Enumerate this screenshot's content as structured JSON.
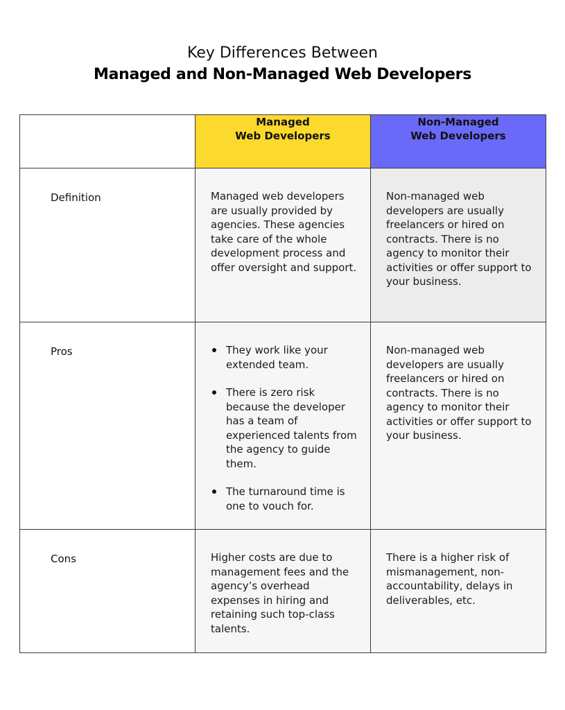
{
  "title": {
    "line1": "Key Differences Between",
    "line2": "Managed and Non-Managed Web Developers"
  },
  "columns": {
    "managed": "Managed\nWeb Developers",
    "non_managed": "Non-Managed\nWeb Developers"
  },
  "rows": {
    "definition": {
      "label": "Definition",
      "managed": "Managed web developers are usually provided by agencies. These agencies take care of the whole development process and offer oversight and support.",
      "non_managed": "Non-managed web developers are usually freelancers or hired on contracts. There is no agency to monitor their activities or offer support to your business."
    },
    "pros": {
      "label": "Pros",
      "managed": [
        "They work like your extended team.",
        "There is zero risk because the developer has a team of experienced talents from the agency to guide them.",
        "The turnaround time is one to vouch for."
      ],
      "non_managed": "Non-managed web developers are usually freelancers or hired on contracts. There is no agency to monitor their activities or offer support to your business."
    },
    "cons": {
      "label": "Cons",
      "managed": "Higher costs are due to management fees and the agency’s overhead expenses in hiring and retaining such top-class talents.",
      "non_managed": "There is a higher risk of mismanagement, non-accountability, delays in deliverables, etc."
    }
  },
  "colors": {
    "managed_header": "#fcd92d",
    "non_managed_header": "#6a6af8",
    "cell_light": "#f6f6f6",
    "cell_grey": "#ececec",
    "border": "#3a3a3a"
  }
}
